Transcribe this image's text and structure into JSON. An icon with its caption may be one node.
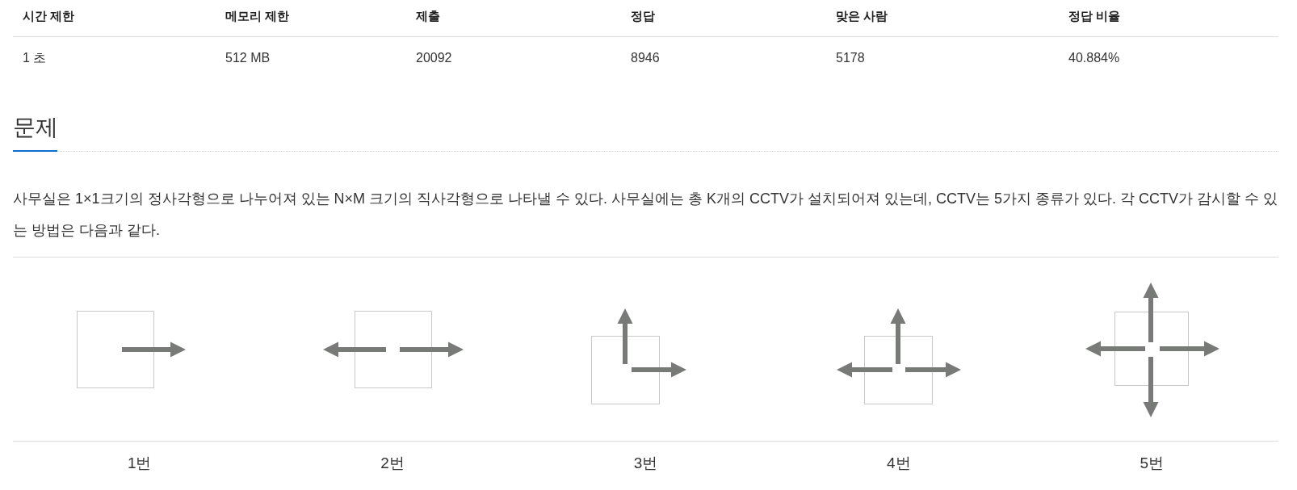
{
  "diagram": {
    "title": "문제",
    "nodes": [
      {
        "text": [],
        "shape": "box"
      },
      {
        "text": [],
        "shape": "box"
      },
      {
        "text": [],
        "shape": "box"
      },
      {
        "text": [],
        "shape": "box"
      },
      {
        "text": [],
        "shape": "box"
      }
    ],
    "labels": [
      "시간 제한",
      "메모리 제한",
      "제출",
      "정답",
      "맞은 사람",
      "정답 비율",
      "1 초",
      "512 MB",
      "20092",
      "8946",
      "5178",
      "40.884%",
      "사무실은 1×1크기의 정사각형으로 나누어져 있는 N×M 크기의 직사각형으로 나타낼 수 있다. 사무실에는 총 K개의 CCTV가 설치되어져 있는데, CCTV는 5가지 종류가 있다. 각 CCTV가 감시할 수 있는 방법은 다음과 같다.",
      "1번",
      "2번",
      "3번",
      "4번",
      "5번"
    ]
  }
}
